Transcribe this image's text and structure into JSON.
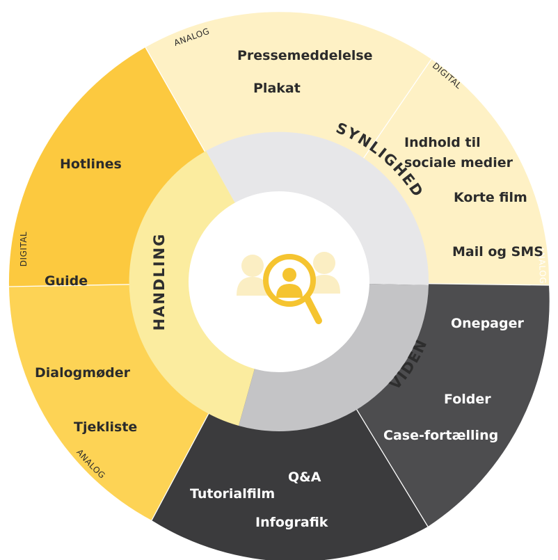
{
  "colors": {
    "yellow_dark": "#fcc93f",
    "yellow_mid": "#fdd355",
    "yellow_light": "#fef1c5",
    "yellow_inner": "#fbec9f",
    "gray_light": "#e7e7e9",
    "gray_mid": "#c4c4c6",
    "gray_dark_a": "#4d4d4f",
    "gray_dark_b": "#3b3b3d",
    "icon_yellow": "#f5c430",
    "icon_pale": "#fbeec3"
  },
  "center_icon": "people-search-icon",
  "inner_ring": {
    "synlighed": "SYNLIGHED",
    "handling": "HANDLING",
    "viden": "VIDEN"
  },
  "sections": {
    "synlighed_analog": {
      "tag": "ANALOG",
      "items": [
        "Pressemeddelelse",
        "Plakat"
      ]
    },
    "synlighed_digital": {
      "tag": "DIGITAL",
      "items": [
        "Indhold til",
        "sociale medier",
        "Korte film",
        "Mail og SMS"
      ]
    },
    "viden_analog": {
      "tag": "ANALOG",
      "items": [
        "Onepager",
        "Folder",
        "Case-fortælling"
      ]
    },
    "viden_digital": {
      "items": [
        "Q&A",
        "Tutorialfilm",
        "Infografik"
      ]
    },
    "handling_analog": {
      "tag": "ANALOG",
      "items": [
        "Dialogmøder",
        "Tjekliste"
      ]
    },
    "handling_digital": {
      "tag": "DIGITAL",
      "items": [
        "Hotlines",
        "Guide"
      ]
    }
  }
}
